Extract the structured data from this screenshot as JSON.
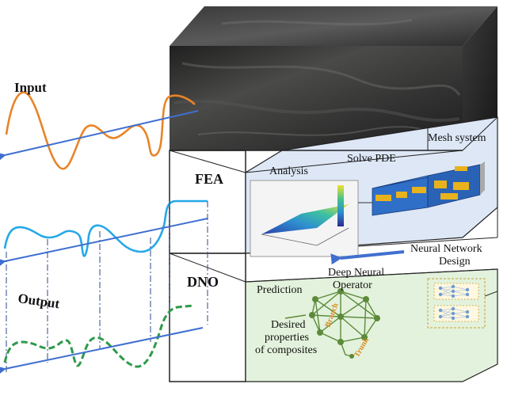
{
  "labels": {
    "input": "Input",
    "output": "Output",
    "fea": "FEA",
    "dno": "DNO",
    "analysis": "Analysis",
    "solve_pde": "Solve PDE",
    "mesh_system": "Mesh system",
    "neural_network_design_1": "Neural Network",
    "neural_network_design_2": "Design",
    "deep_neural_operator_1": "Deep Neural",
    "deep_neural_operator_2": "Operator",
    "prediction": "Prediction",
    "desired_1": "Desired",
    "desired_2": "properties",
    "desired_3": "of composites",
    "branch": "Branch",
    "trunk": "Trunk"
  },
  "colors": {
    "input_wave": "#e8842a",
    "arrow_blue": "#3f6fd0",
    "output_wave": "#26a8e8",
    "dno_wave": "#2e9a4a",
    "fea_panel": "#dde7f6",
    "dno_panel": "#e3f2dc",
    "network": "#5c8a3a",
    "branch_text": "#d98a1e",
    "trunk_text": "#d98a1e"
  }
}
